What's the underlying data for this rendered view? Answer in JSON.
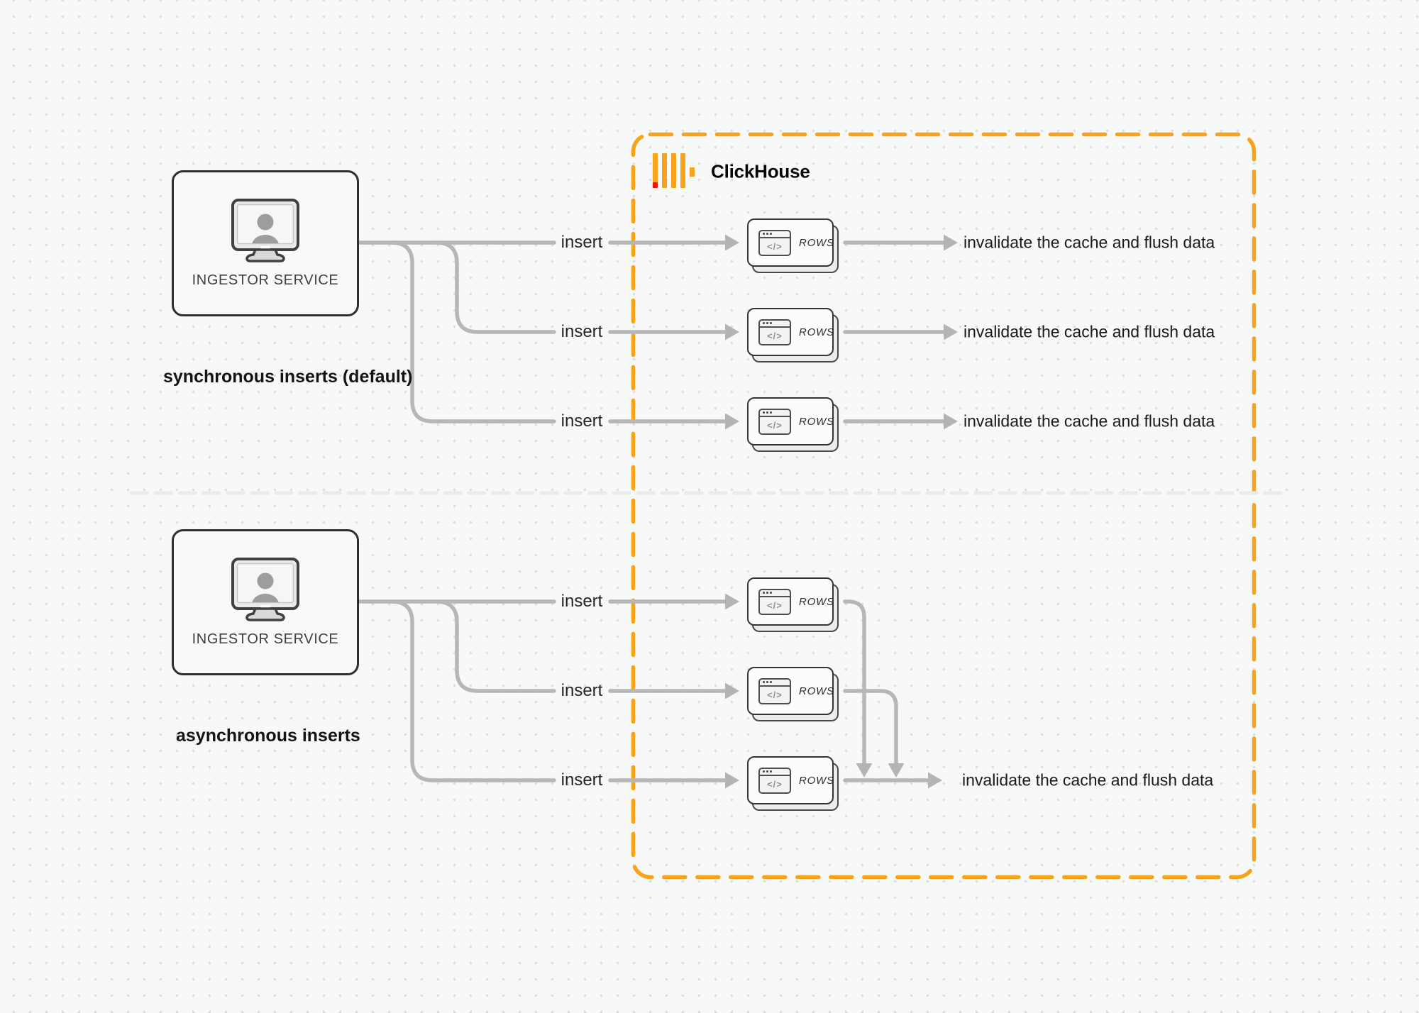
{
  "clickhouse": {
    "label": "ClickHouse"
  },
  "labels": {
    "insert": "insert",
    "invalidate": "invalidate the cache and flush data",
    "ingestor_service": "INGESTOR SERVICE",
    "rows": "ROWS",
    "code_glyph": "</>"
  },
  "sections": {
    "sync": {
      "caption": "synchronous inserts (default)",
      "row_count": 3,
      "result_count": 3
    },
    "async": {
      "caption": "asynchronous inserts",
      "row_count": 3,
      "result_count": 1
    }
  },
  "colors": {
    "accent_orange": "#F6A41C",
    "logo_red": "#E8190C",
    "arrow_gray": "#B6B7B8",
    "node_border": "#2E2F30",
    "divider_gray": "#E9EAEA",
    "background": "#F7F8F8",
    "text_dark": "#1C1C1E"
  }
}
